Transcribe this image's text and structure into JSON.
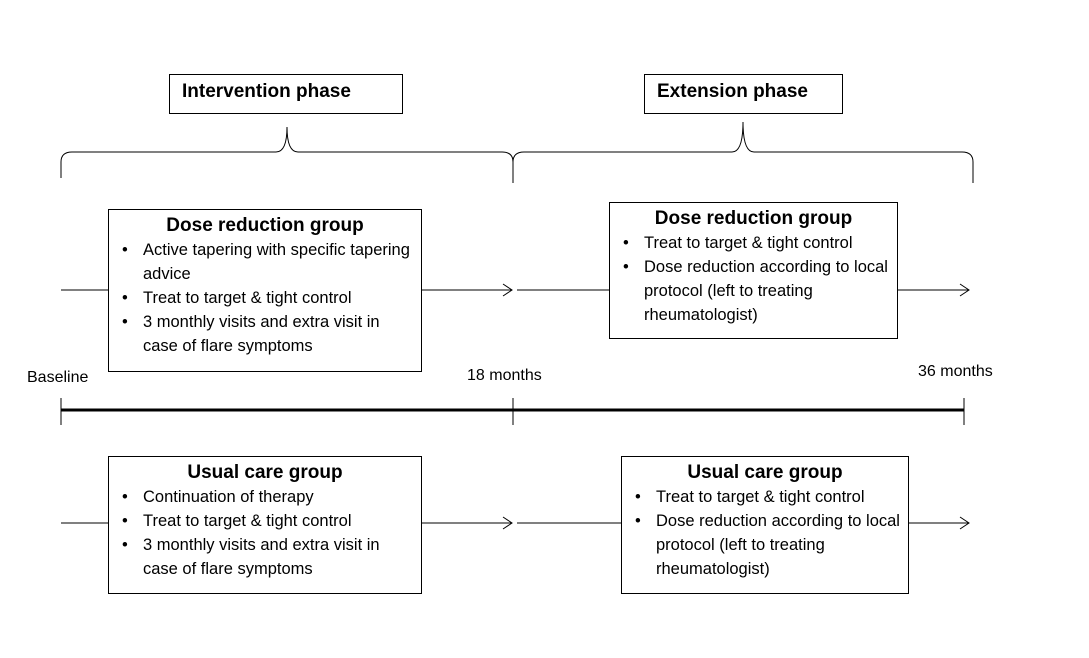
{
  "phases": {
    "intervention": "Intervention phase",
    "extension": "Extension phase"
  },
  "timeline": {
    "baseline": "Baseline",
    "mid": "18 months",
    "end": "36 months"
  },
  "boxes": {
    "intervention_dose": {
      "title": "Dose reduction group",
      "bullets": [
        "Active tapering with specific tapering advice",
        "Treat to target & tight control",
        "3 monthly visits and extra visit in case of flare symptoms"
      ]
    },
    "extension_dose": {
      "title": "Dose reduction group",
      "bullets": [
        "Treat to target & tight control",
        "Dose reduction according to local protocol (left to treating rheumatologist)"
      ]
    },
    "intervention_usual": {
      "title": "Usual care group",
      "bullets": [
        "Continuation of therapy",
        "Treat to target & tight control",
        "3 monthly visits and extra visit in case of flare symptoms"
      ]
    },
    "extension_usual": {
      "title": "Usual care group",
      "bullets": [
        "Treat to target & tight control",
        "Dose reduction according to local protocol (left to treating rheumatologist)"
      ]
    }
  }
}
